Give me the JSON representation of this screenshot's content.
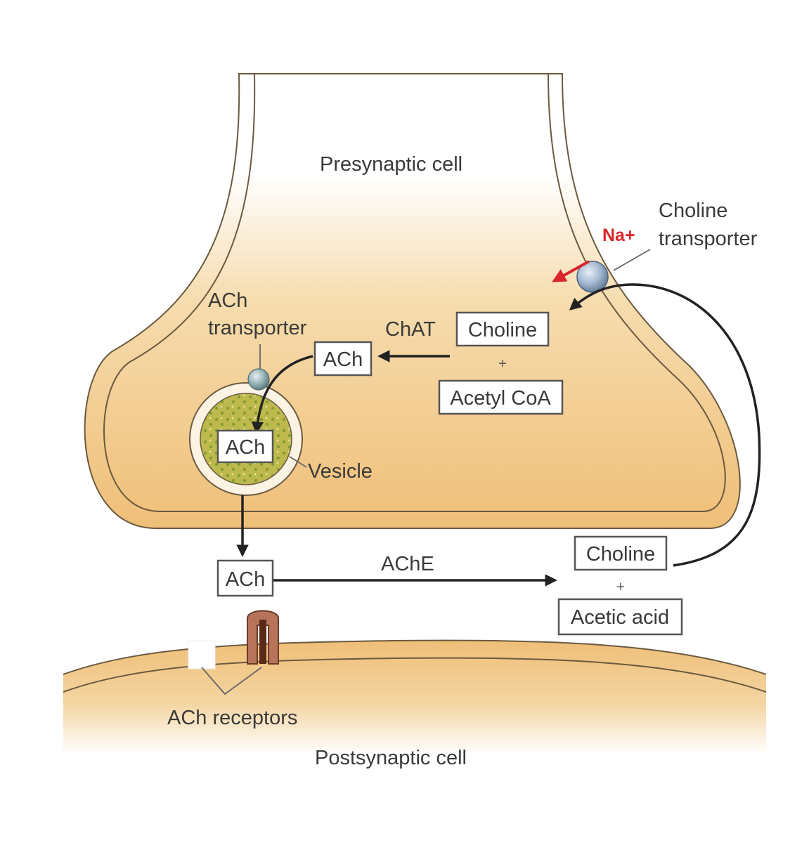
{
  "labels": {
    "presynaptic": "Presynaptic cell",
    "postsynaptic": "Postsynaptic cell",
    "choline_transporter": [
      "Choline",
      "transporter"
    ],
    "na": "Na+",
    "ach_transporter": [
      "ACh",
      "transporter"
    ],
    "chat": "ChAT",
    "vesicle": "Vesicle",
    "ache": "AChE",
    "ach_receptors": "ACh receptors",
    "plus": "+"
  },
  "boxes": {
    "choline_top": "Choline",
    "acetyl_coa": "Acetyl CoA",
    "ach_cytosol": "ACh",
    "ach_vesicle": "ACh",
    "ach_cleft": "ACh",
    "choline_cleft": "Choline",
    "acetic_acid": "Acetic acid"
  },
  "colors": {
    "cytoplasm": "#f0c27e",
    "membrane": "#fbf3e4",
    "membrane_line": "#6b5a40",
    "na_red": "#d8262c",
    "transporter_blue": "#a9bdd4",
    "vesicle_green": "#b8b545",
    "receptor_brown": "#b8745a"
  }
}
